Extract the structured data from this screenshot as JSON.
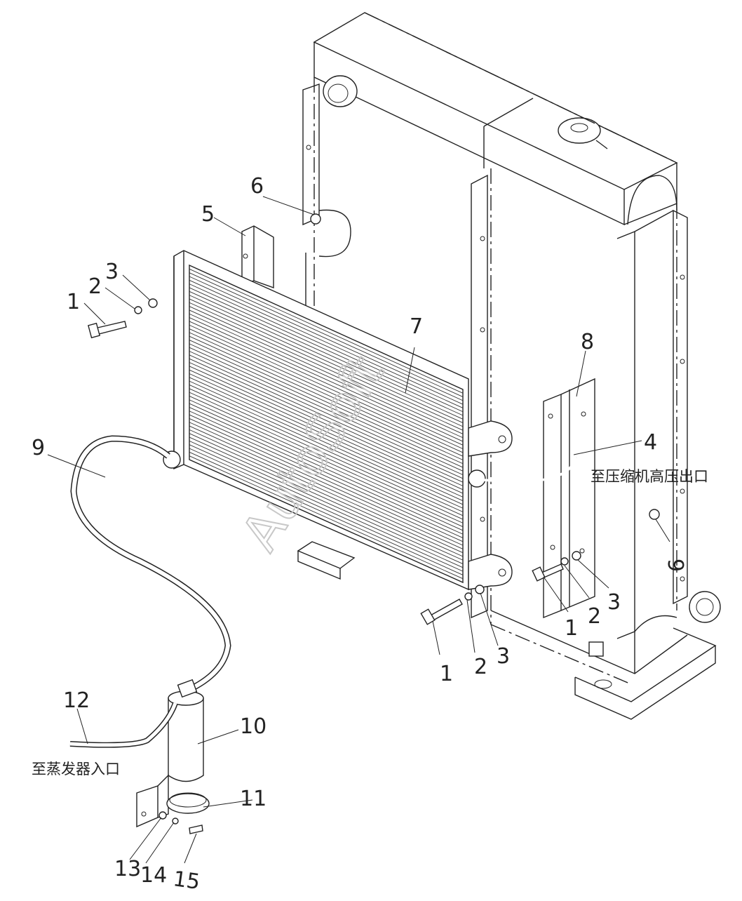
{
  "callouts": {
    "c1a": "1",
    "c2a": "2",
    "c3a": "3",
    "c5": "5",
    "c6a": "6",
    "c7": "7",
    "c8": "8",
    "c4": "4",
    "c9": "9",
    "c12": "12",
    "c10": "10",
    "c11": "11",
    "c13": "13",
    "c14": "14",
    "c15": "15",
    "c1b": "1",
    "c2b": "2",
    "c3b": "3",
    "c1c": "1",
    "c2c": "2",
    "c3c": "3",
    "c6b": "6"
  },
  "notes": {
    "compressor_outlet": "至压缩机高压出口",
    "evaporator_inlet": "至蒸发器入口"
  },
  "watermark": "AutoSoft"
}
